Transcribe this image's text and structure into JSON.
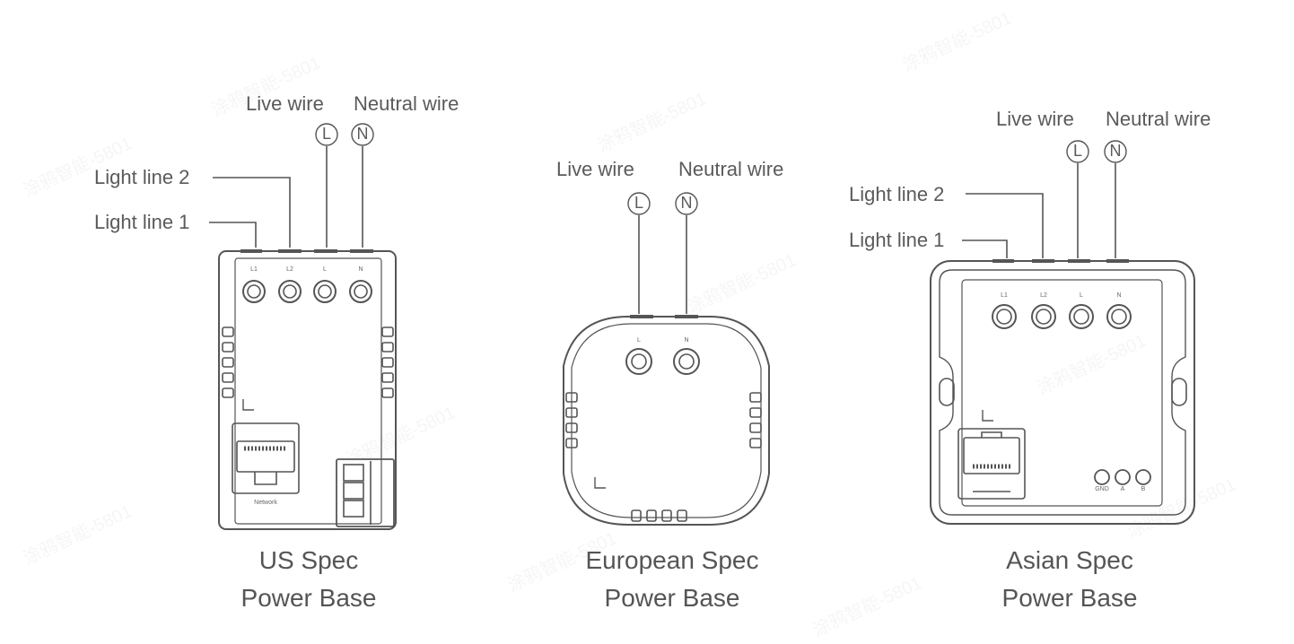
{
  "us": {
    "live_wire": "Live wire",
    "neutral_wire": "Neutral wire",
    "symbol_L": "L",
    "symbol_N": "N",
    "light_line_2": "Light line 2",
    "light_line_1": "Light line 1",
    "terminals": [
      "L1",
      "L2",
      "L",
      "N"
    ],
    "network": "Network",
    "caption_line1": "US Spec",
    "caption_line2": "Power Base"
  },
  "eu": {
    "live_wire": "Live wire",
    "neutral_wire": "Neutral wire",
    "symbol_L": "L",
    "symbol_N": "N",
    "terminals": [
      "L",
      "N"
    ],
    "caption_line1": "European Spec",
    "caption_line2": "Power Base"
  },
  "asia": {
    "live_wire": "Live wire",
    "neutral_wire": "Neutral wire",
    "symbol_L": "L",
    "symbol_N": "N",
    "light_line_2": "Light line 2",
    "light_line_1": "Light line 1",
    "terminals": [
      "L1",
      "L2",
      "L",
      "N"
    ],
    "bus_terminals": [
      "GND",
      "A",
      "B"
    ],
    "caption_line1": "Asian Spec",
    "caption_line2": "Power Base"
  },
  "watermark": "涂鸦智能-5801"
}
